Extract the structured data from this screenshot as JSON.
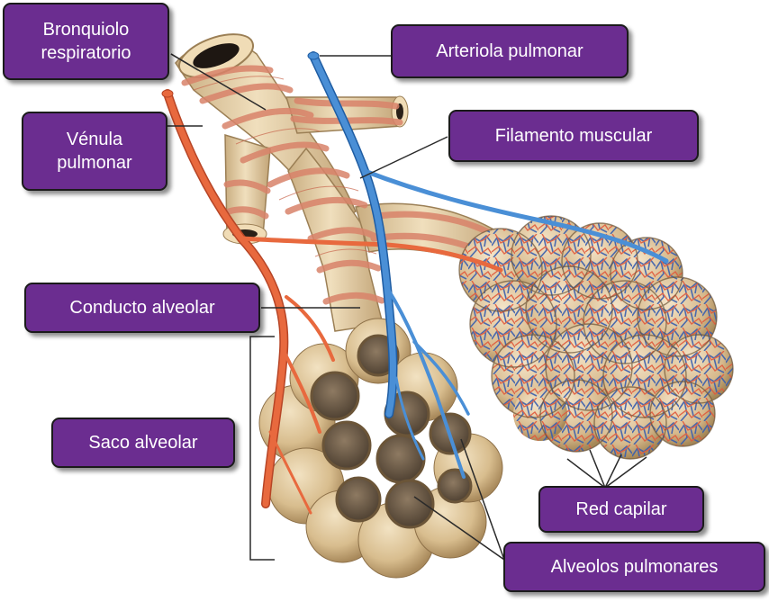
{
  "labels": {
    "bronquiolo": "Bronquiolo\nrespiratorio",
    "arteriola": "Arteriola pulmonar",
    "venula": "Vénula\npulmonar",
    "filamento": "Filamento muscular",
    "conducto": "Conducto alveolar",
    "saco": "Saco alveolar",
    "red": "Red capilar",
    "alveolos": "Alveolos pulmonares"
  },
  "colors": {
    "label_bg": "#6b2d90",
    "label_text": "#ffffff",
    "tissue": "#d9bf93",
    "muscle": "#d9836a",
    "artery": "#3a7cc4",
    "vein": "#e2623a"
  }
}
